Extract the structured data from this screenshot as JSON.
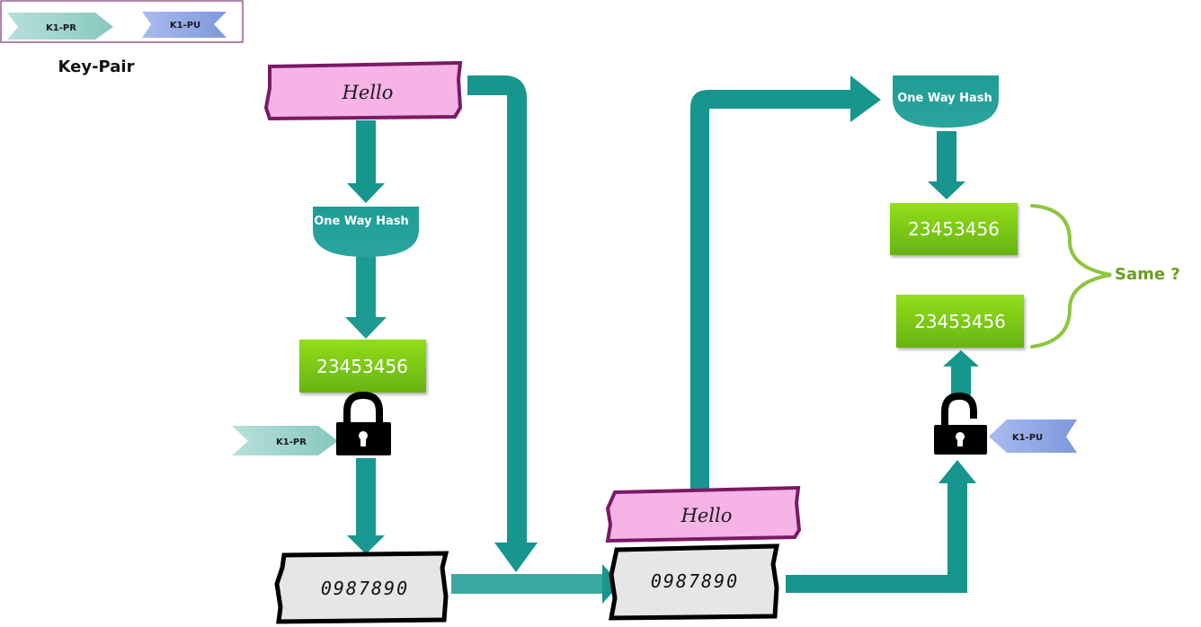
{
  "legend": {
    "private_key_label": "K1-PR",
    "public_key_label": "K1-PU",
    "title": "Key-Pair"
  },
  "sender": {
    "message": "Hello",
    "hash_function": "One Way Hash",
    "hash_value": "23453456",
    "key_label": "K1-PR",
    "lock_icon": "padlock-closed-icon",
    "signature": "0987890"
  },
  "receiver": {
    "message": "Hello",
    "signature": "0987890",
    "hash_function": "One Way Hash",
    "computed_hash": "23453456",
    "decrypted_hash": "23453456",
    "key_label": "K1-PU",
    "lock_icon": "padlock-open-icon",
    "comparison": "Same ?"
  },
  "colors": {
    "arrow": "#16968d",
    "hash_shape": "#1d8f88",
    "value_box": "#7ccc10",
    "message_bg": "#f5b3e6",
    "message_border": "#7a1a66",
    "signature_bg": "#e6e6e6",
    "private_key": "#9fd3cc",
    "public_key": "#92a8e4",
    "brace": "#8cc63f"
  }
}
